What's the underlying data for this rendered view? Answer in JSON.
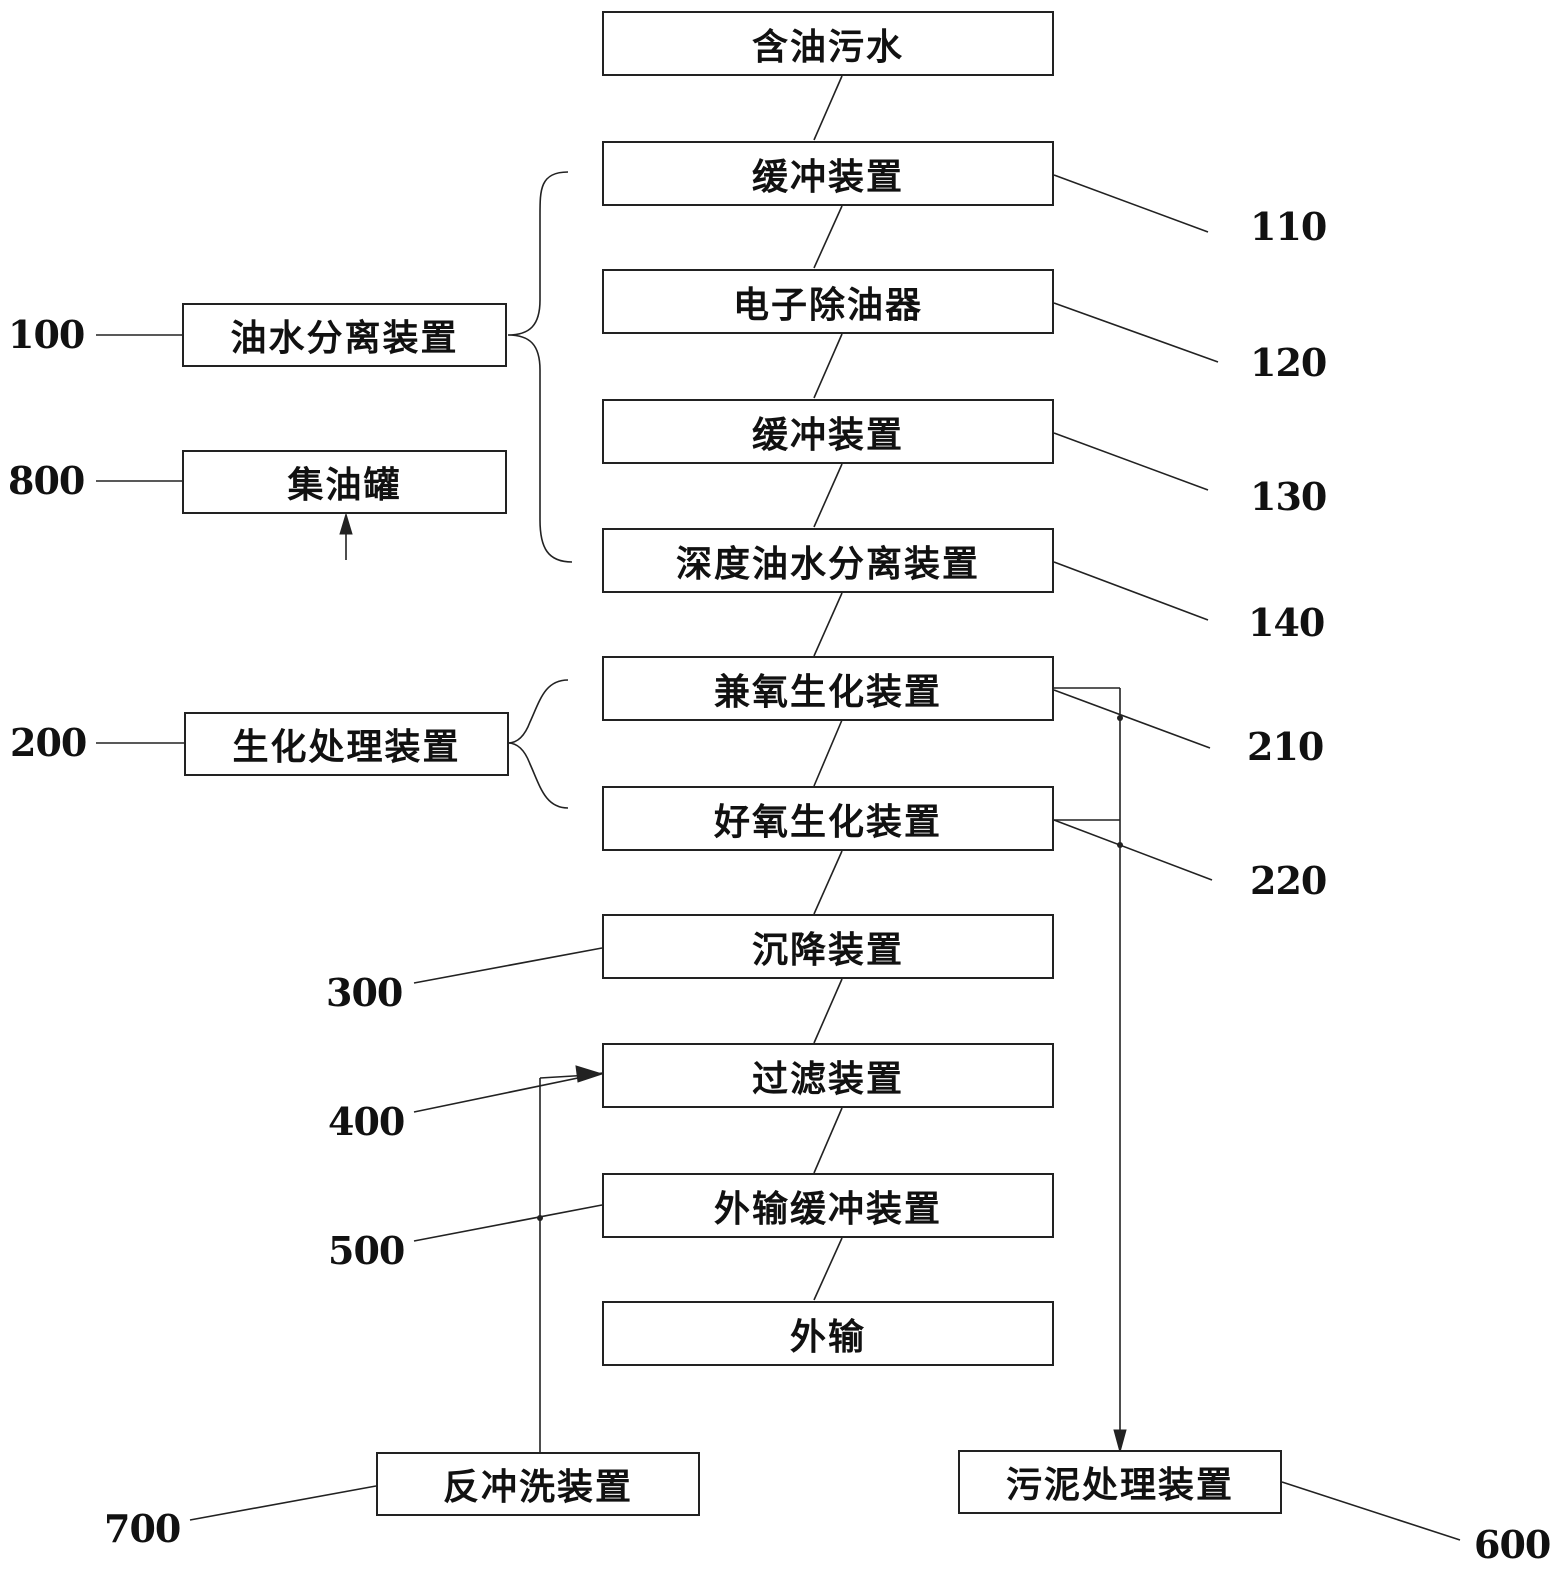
{
  "main_chain": [
    {
      "id": "oily-wastewater",
      "text": "含油污水"
    },
    {
      "id": "buffer-device-1",
      "text": "缓冲装置",
      "ref": "110"
    },
    {
      "id": "electronic-oil-remover",
      "text": "电子除油器",
      "ref": "120"
    },
    {
      "id": "buffer-device-2",
      "text": "缓冲装置",
      "ref": "130"
    },
    {
      "id": "deep-oil-water-separator",
      "text": "深度油水分离装置",
      "ref": "140"
    },
    {
      "id": "facultative-biochemical-device",
      "text": "兼氧生化装置",
      "ref": "210"
    },
    {
      "id": "aerobic-biochemical-device",
      "text": "好氧生化装置",
      "ref": "220"
    },
    {
      "id": "settling-device",
      "text": "沉降装置",
      "ref": "300"
    },
    {
      "id": "filtering-device",
      "text": "过滤装置",
      "ref": "400"
    },
    {
      "id": "export-buffer-device",
      "text": "外输缓冲装置",
      "ref": "500"
    },
    {
      "id": "export",
      "text": "外输"
    }
  ],
  "side_groups": {
    "oil_water_separation": {
      "text": "油水分离装置",
      "ref": "100"
    },
    "oil_collection_tank": {
      "text": "集油罐",
      "ref": "800"
    },
    "biochemical_treatment": {
      "text": "生化处理装置",
      "ref": "200"
    },
    "backwash_device": {
      "text": "反冲洗装置",
      "ref": "700"
    },
    "sludge_treatment": {
      "text": "污泥处理装置",
      "ref": "600"
    }
  }
}
